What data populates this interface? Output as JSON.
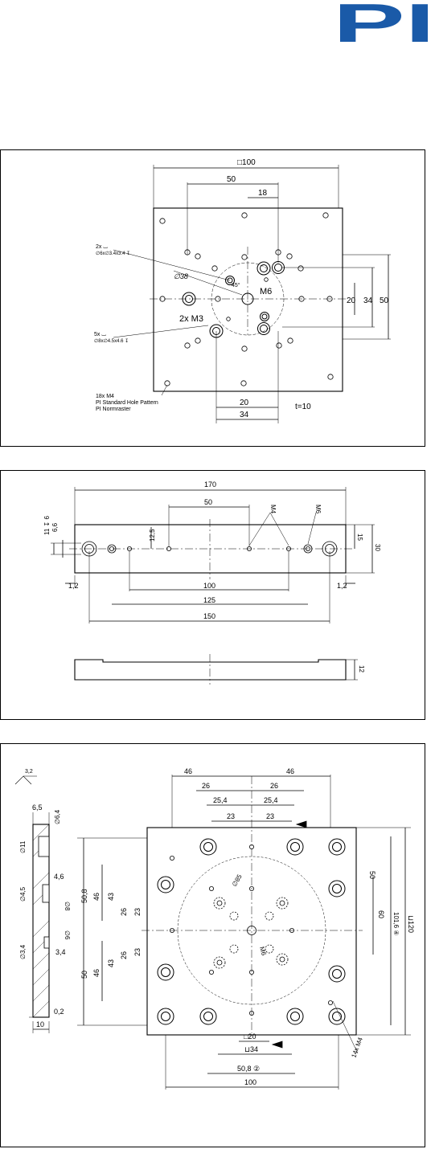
{
  "logo": {
    "text": "PI",
    "color": "#1a5aa8"
  },
  "drawing1": {
    "square": "□100",
    "d50": "50",
    "d18": "18",
    "d20v": "20",
    "d34v": "34",
    "d50v": "50",
    "d20h": "20",
    "d34h": "34",
    "m6": "M6",
    "m3": "2x M3",
    "dia38": "∅38",
    "angle": "45°",
    "callout2x_a": "2x ⌴",
    "callout2x_b": "∅6x∅3.4x3.4 ↧",
    "callout5x_a": "5x ⌴",
    "callout5x_b": "∅8x∅4.5x4.6 ↧",
    "note1": "18x M4",
    "note2": "PI Standard Hole Pattern",
    "note3": "PI Normraster",
    "thickness": "t=10"
  },
  "drawing2": {
    "d170": "170",
    "d50": "50",
    "m4": "M4",
    "m6": "M6",
    "d6_6": "6,6",
    "d11": "11 ↧ 6",
    "d12_5": "12,5",
    "d15": "15",
    "d30": "30",
    "d1_2a": "1,2",
    "d1_2b": "1,2",
    "d100": "100",
    "d125": "125",
    "d150": "150",
    "d12": "12"
  },
  "drawing3": {
    "surface": "3,2",
    "d46a": "46",
    "d46b": "46",
    "d26a": "26",
    "d26b": "26",
    "d25_4a": "25,4",
    "d25_4b": "25,4",
    "d23a": "23",
    "d23b": "23",
    "d6_5": "6,5",
    "dia6_4": "∅6,4",
    "dia11": "∅11",
    "d4_6": "4,6",
    "dia4_5": "∅4,5",
    "dia8": "∅8",
    "dia6": "∅6",
    "d3_4": "3,4",
    "dia3_4": "∅3,4",
    "d0_2": "0,2",
    "d10": "10",
    "d50_8": "50,8",
    "d46l": "46",
    "d43a": "43",
    "d26l": "26",
    "d23l": "23",
    "d43b": "43",
    "d26l2": "26",
    "d23l2": "23",
    "d46l2": "46",
    "d50l": "50",
    "dia85": "∅85",
    "m6": "M6",
    "d50r": "50",
    "d60": "60",
    "d101_6": "101,6 ④",
    "d120": "⊔120",
    "sq20": "□20",
    "sq34": "⊔34",
    "d50_8b": "50,8 ②",
    "d100": "100",
    "m4": "14x M4"
  }
}
